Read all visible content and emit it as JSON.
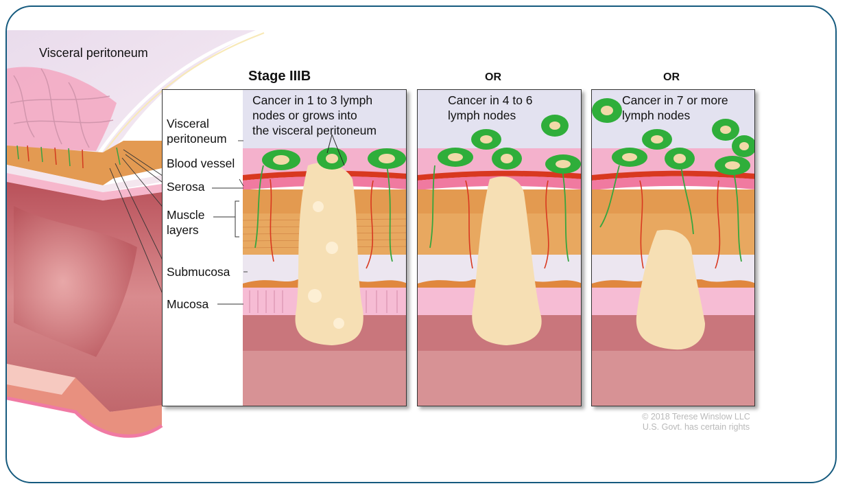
{
  "figure": {
    "overview_label": "Visceral peritoneum",
    "stage_title": "Stage IIIB",
    "panels": [
      {
        "connector": "",
        "caption_lines": [
          "Cancer in 1 to 3 lymph",
          "nodes or grows into",
          "the visceral peritoneum"
        ]
      },
      {
        "connector": "OR",
        "caption_lines": [
          "Cancer in 4 to 6",
          "lymph nodes"
        ]
      },
      {
        "connector": "OR",
        "caption_lines": [
          "Cancer in 7 or more",
          "lymph nodes"
        ]
      }
    ],
    "layer_labels": {
      "visceral_peritoneum_1": "Visceral",
      "visceral_peritoneum_2": "peritoneum",
      "blood_vessel": "Blood vessel",
      "serosa": "Serosa",
      "muscle_layers_1": "Muscle",
      "muscle_layers_2": "layers",
      "submucosa": "Submucosa",
      "mucosa": "Mucosa"
    },
    "credit": {
      "line1": "© 2018 Terese Winslow LLC",
      "line2": "U.S. Govt. has certain rights"
    }
  },
  "colors": {
    "frame_border": "#155a7e",
    "lymph_node": "#2fae3a",
    "tumor": "#f6dfb4",
    "muscle": "#e8a35a",
    "mucosa": "#f2b8cf",
    "lumen": "#b9616a",
    "serosa": "#f07aa0",
    "blood_vessel": "#d8381f"
  }
}
